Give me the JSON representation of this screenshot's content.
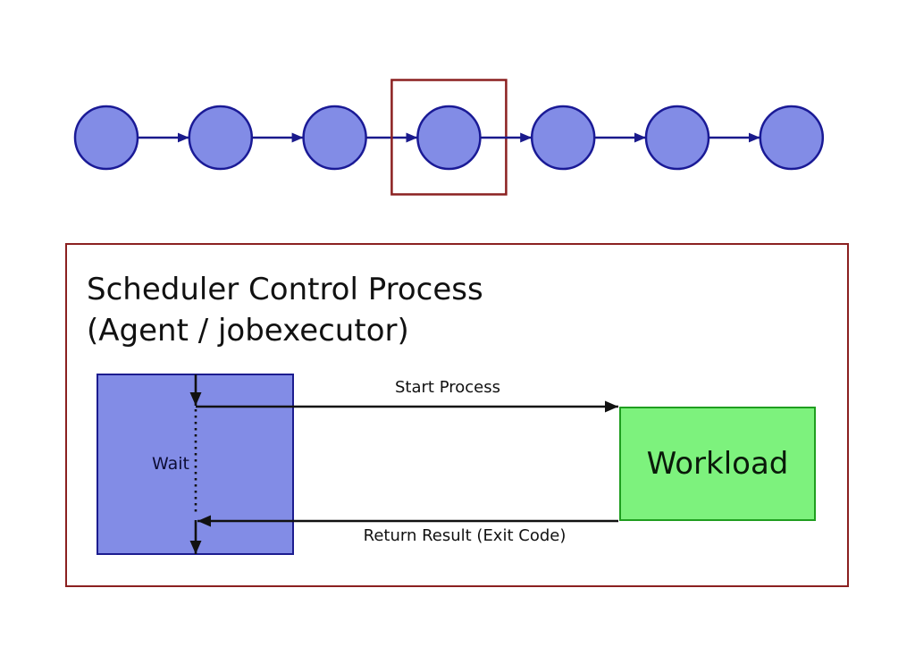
{
  "colors": {
    "node_fill": "#828CE6",
    "node_border": "#1A1A96",
    "chain_arrow": "#1A1A8C",
    "highlight_border": "#8B2020",
    "panel_border": "#8B2020",
    "agent_fill": "#828CE6",
    "agent_border": "#1C1C8F",
    "workload_fill": "#7DF27D",
    "workload_border": "#1F9E1F",
    "flow_arrow": "#111111"
  },
  "job_chain": {
    "node_count": 7,
    "highlighted_index": 4
  },
  "panel": {
    "title_line1": "Scheduler Control Process",
    "title_line2": "(Agent / jobexecutor)",
    "agent_wait_label": "Wait",
    "workload_label": "Workload",
    "start_arrow_label": "Start Process",
    "return_arrow_label": "Return Result (Exit Code)"
  }
}
